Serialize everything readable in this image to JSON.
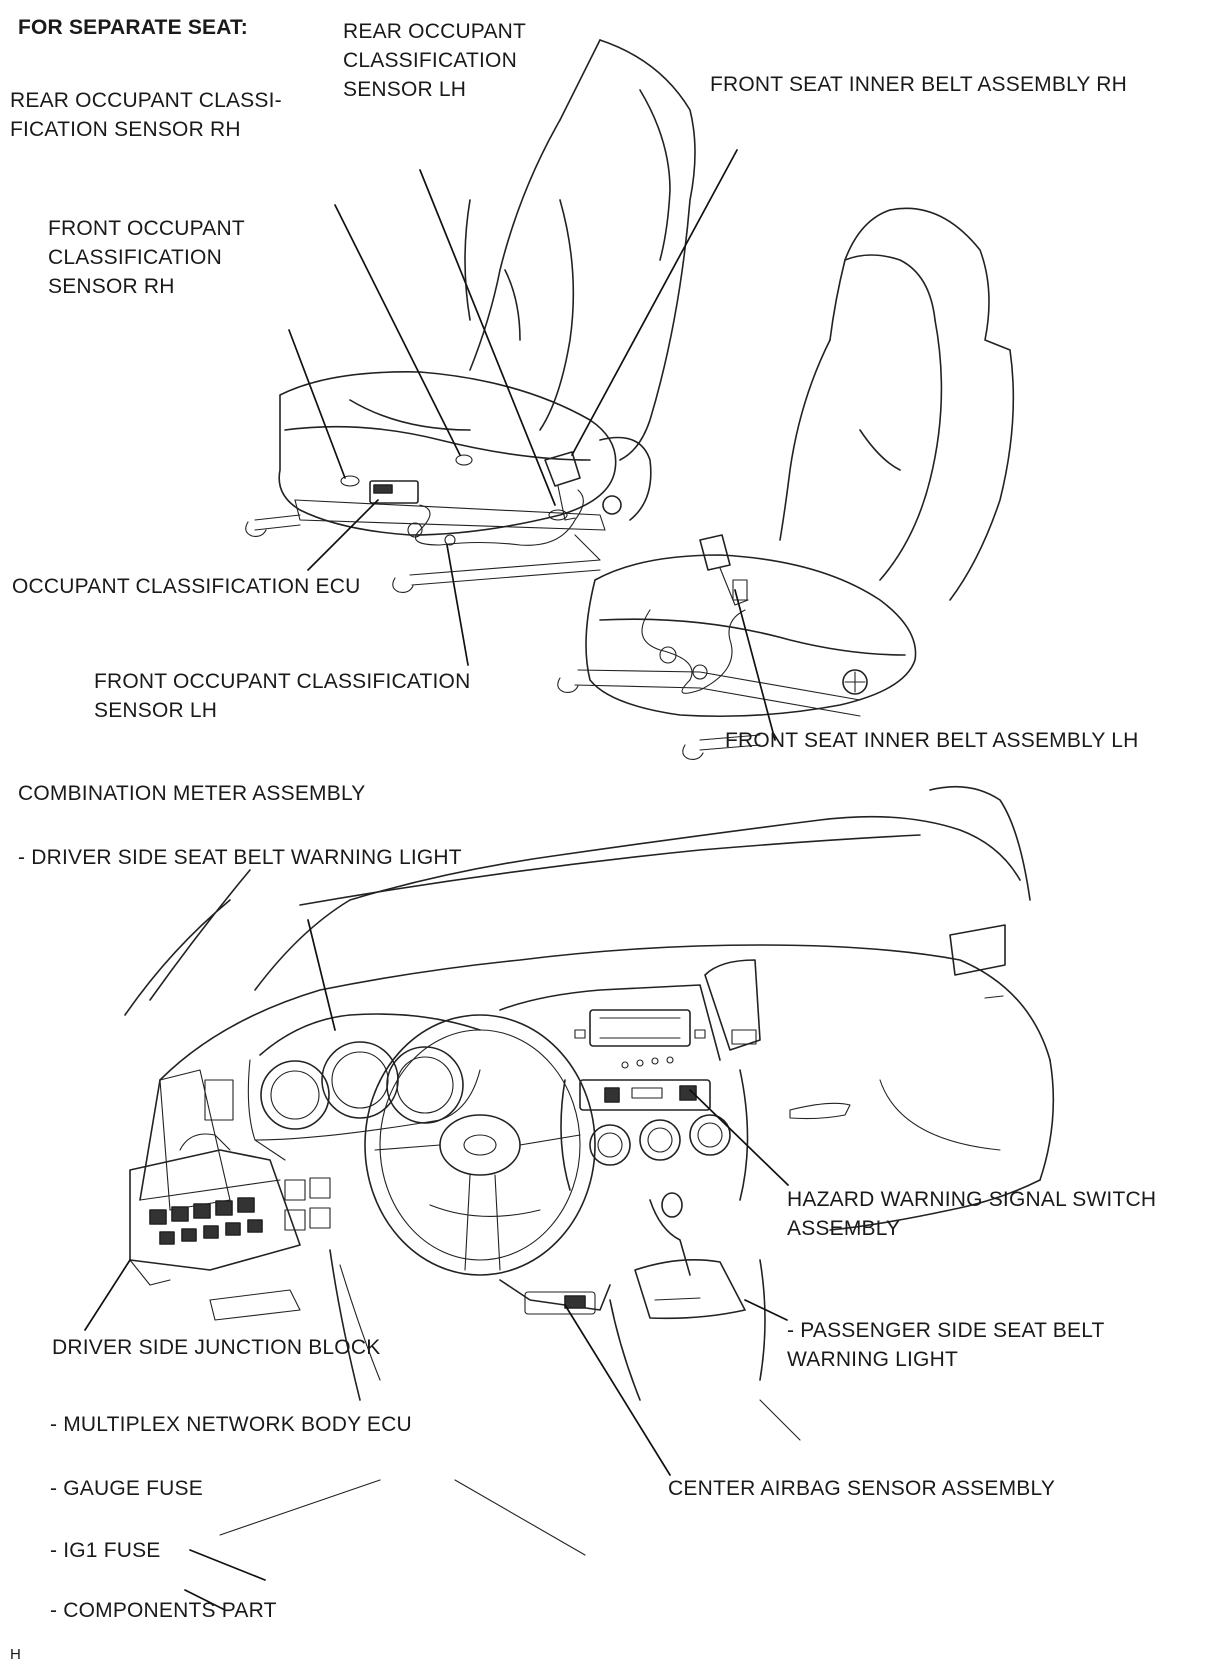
{
  "header": {
    "title": "FOR SEPARATE SEAT:"
  },
  "labels": {
    "rear_ocs_lh": "REAR OCCUPANT\nCLASSIFICATION\nSENSOR LH",
    "rear_ocs_rh": "REAR OCCUPANT CLASSI-\nFICATION SENSOR RH",
    "front_belt_rh": "FRONT SEAT INNER BELT ASSEMBLY RH",
    "front_ocs_rh": "FRONT OCCUPANT\nCLASSIFICATION\nSENSOR RH",
    "oc_ecu": "OCCUPANT CLASSIFICATION ECU",
    "front_ocs_lh": "FRONT OCCUPANT CLASSIFICATION\nSENSOR LH",
    "front_belt_lh": "FRONT SEAT INNER BELT ASSEMBLY LH",
    "combo_meter": "COMBINATION METER ASSEMBLY",
    "driver_warning": "- DRIVER SIDE SEAT BELT WARNING LIGHT",
    "hazard_switch": "HAZARD WARNING SIGNAL SWITCH\nASSEMBLY",
    "passenger_warning": "- PASSENGER SIDE SEAT BELT\nWARNING LIGHT",
    "junction_block": "DRIVER SIDE JUNCTION BLOCK",
    "multiplex_ecu": "- MULTIPLEX NETWORK BODY ECU",
    "gauge_fuse": "- GAUGE FUSE",
    "center_airbag": "CENTER AIRBAG SENSOR ASSEMBLY",
    "ig1_fuse": "- IG1 FUSE",
    "components_part": "- COMPONENTS PART"
  },
  "footer": {
    "code": "H"
  }
}
